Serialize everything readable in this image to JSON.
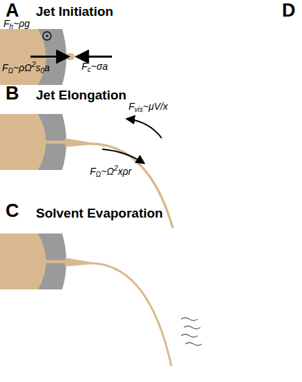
{
  "diagram": {
    "labels": [
      "A",
      "Jet Initiation",
      "B",
      "Jet Elongation",
      "C",
      "Solvent Evaporation",
      "D",
      "F",
      "h",
      "~ρg",
      "F",
      "Ω",
      "~ρΩ",
      "2",
      "s",
      "0",
      "a",
      "F",
      "c",
      "~σa",
      "F",
      "vis",
      "~μV/x",
      "F",
      "Ω",
      "~Ω",
      "2",
      "xρr"
    ]
  }
}
